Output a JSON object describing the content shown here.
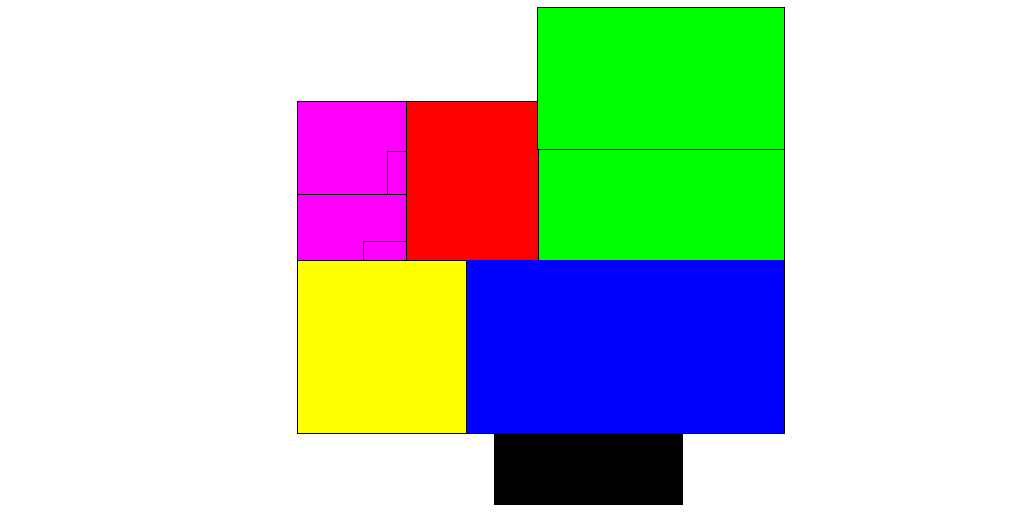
{
  "colors": {
    "background": "#ffffff",
    "outline": "#000000"
  },
  "blocks": [
    {
      "id": "magenta-top",
      "color": "#ff00ff"
    },
    {
      "id": "magenta-bottom",
      "color": "#ff00ff"
    },
    {
      "id": "red",
      "color": "#ff0000"
    },
    {
      "id": "green-top",
      "color": "#00ff00"
    },
    {
      "id": "green-bottom",
      "color": "#00ff00"
    },
    {
      "id": "yellow",
      "color": "#ffff00"
    },
    {
      "id": "blue",
      "color": "#0000ff"
    },
    {
      "id": "black",
      "color": "#000000"
    }
  ]
}
